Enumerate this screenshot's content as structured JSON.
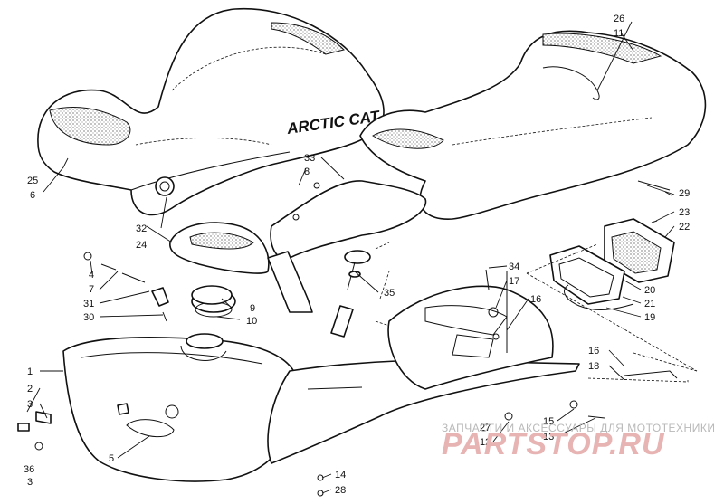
{
  "brand_text": "ARCTIC CAT",
  "watermark": {
    "tagline": "ЗАПЧАСТИ И АКСЕССУАРЫ ДЛЯ МОТОТЕХНИКИ",
    "logo": "PARTSTOP.RU"
  },
  "callouts": {
    "c1": "1",
    "c2": "2",
    "c3a": "3",
    "c3b": "3",
    "c4": "4",
    "c5": "5",
    "c6": "6",
    "c7": "7",
    "c8": "8",
    "c9": "9",
    "c10": "10",
    "c11": "11",
    "c12": "12",
    "c13": "13",
    "c14": "14",
    "c15": "15",
    "c16a": "16",
    "c16b": "16",
    "c17": "17",
    "c18": "18",
    "c19": "19",
    "c20": "20",
    "c21": "21",
    "c22": "22",
    "c23": "23",
    "c24": "24",
    "c25": "25",
    "c26": "26",
    "c27": "27",
    "c28": "28",
    "c29": "29",
    "c30": "30",
    "c31": "31",
    "c32": "32",
    "c33": "33",
    "c34": "34",
    "c35": "35",
    "c36": "36"
  }
}
